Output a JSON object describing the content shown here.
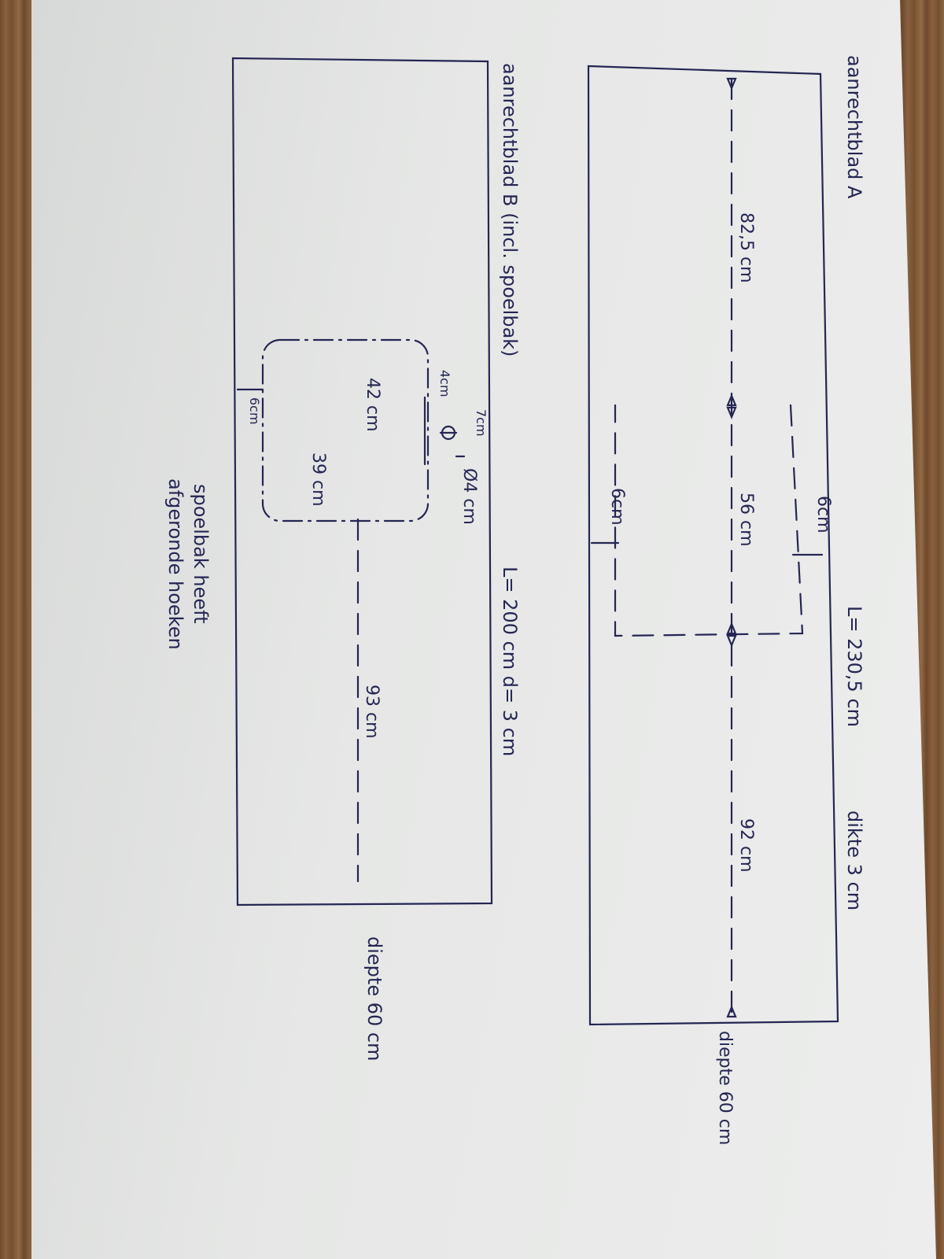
{
  "diagram": {
    "board_a": {
      "title": "aanrechtblad A",
      "length": "L= 230,5 cm",
      "thickness": "dikte 3 cm",
      "segment_left": "82,5 cm",
      "segment_middle": "56 cm",
      "segment_right": "92 cm",
      "cutout_margin_top": "6cm",
      "cutout_margin_bottom": "6cm",
      "depth": "diepte 60 cm"
    },
    "board_b": {
      "title": "aanrechtblad B (incl. spoelbak)",
      "length_thickness": "L= 200 cm   d= 3 cm",
      "tap_offset": "7cm",
      "tap_side": "4cm",
      "tap_diameter": "Ø4 cm",
      "sink_width": "42 cm",
      "sink_depth": "39 cm",
      "sink_margin": "6cm",
      "segment_right": "93 cm",
      "depth": "diepte 60 cm",
      "note_line1": "spoelbak heeft",
      "note_line2": "afgeronde hoeken"
    }
  }
}
